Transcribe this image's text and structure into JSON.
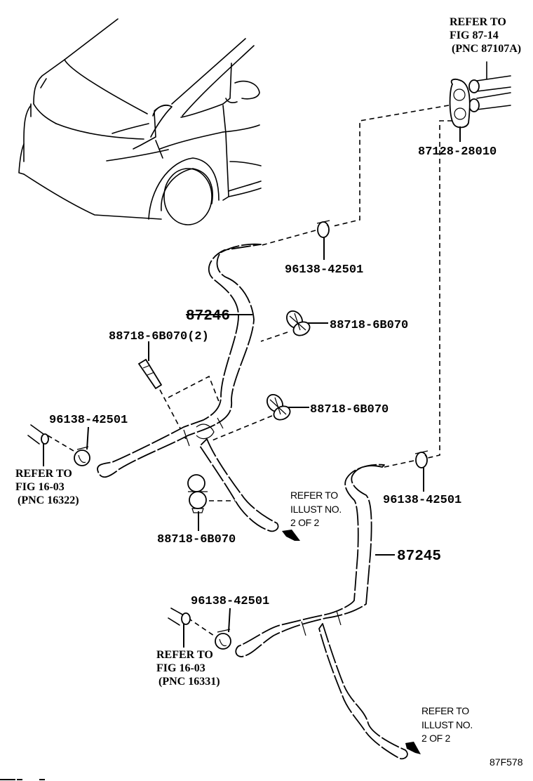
{
  "diagram": {
    "code": "87F578",
    "labels": {
      "refer_fig_87_14": [
        "REFER TO",
        "FIG 87-14",
        "(PNC 87107A)"
      ],
      "grommet_part": "87128-28010",
      "clamp_top": "96138-42501",
      "hose_upper": "87246",
      "clip_upper_right": "88718-6B070",
      "clip_left_qty": "88718-6B070(2)",
      "clip_middle_right": "88718-6B070",
      "clamp_left": "96138-42501",
      "refer_fig_16_03_a": [
        "REFER TO",
        "FIG 16-03",
        "(PNC 16322)"
      ],
      "clip_bottom": "88718-6B070",
      "refer_illust_a": [
        "REFER TO",
        "ILLUST NO.",
        "2 OF 2"
      ],
      "clamp_right": "96138-42501",
      "hose_lower": "87245",
      "clamp_lower_left": "96138-42501",
      "refer_fig_16_03_b": [
        "REFER TO",
        "FIG 16-03",
        "(PNC 16331)"
      ],
      "refer_illust_b": [
        "REFER TO",
        "ILLUST NO.",
        "2 OF 2"
      ]
    }
  }
}
